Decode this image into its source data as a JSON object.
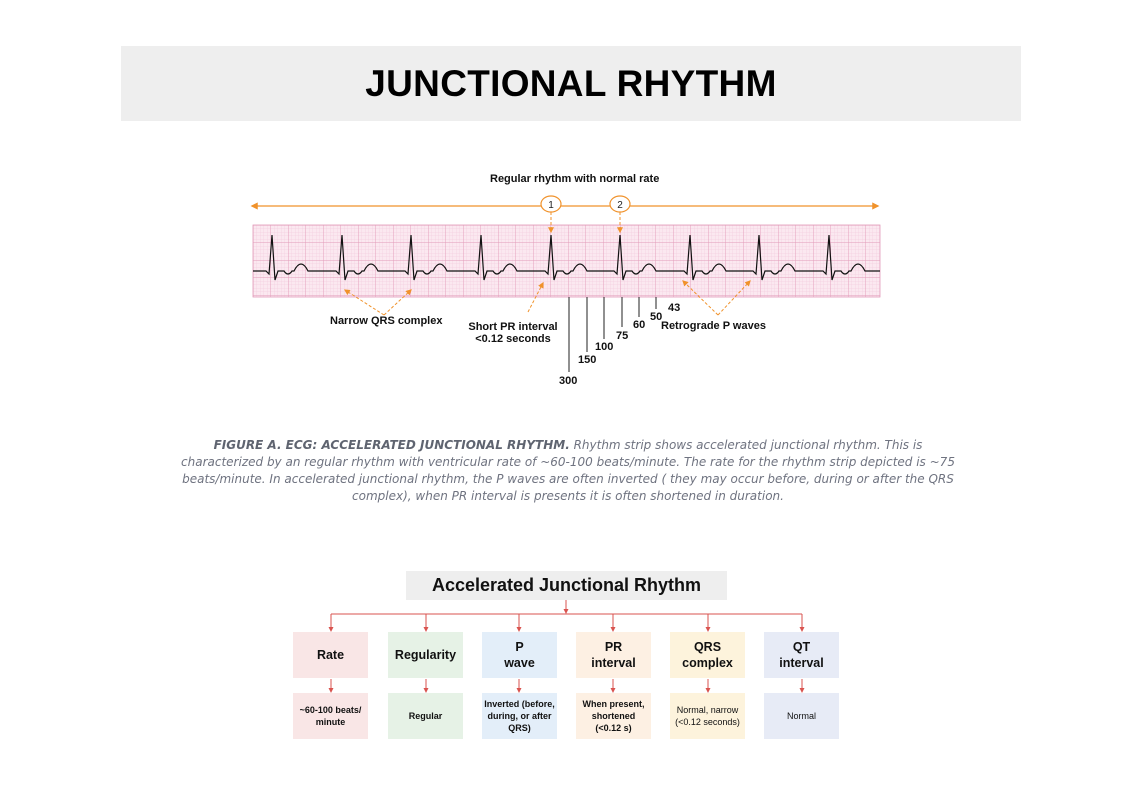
{
  "title": "JUNCTIONAL RHYTHM",
  "figure": {
    "top_label": "Regular rhythm with normal rate",
    "beat_markers": [
      "1",
      "2"
    ],
    "annotations": {
      "narrow_qrs": "Narrow QRS complex",
      "short_pr_line1": "Short PR interval",
      "short_pr_line2": "<0.12 seconds",
      "retrograde": "Retrograde P waves"
    },
    "rate_scale": [
      "300",
      "150",
      "100",
      "75",
      "60",
      "50",
      "43"
    ],
    "colors": {
      "grid_line": "#e9a3c3",
      "grid_bg": "#fbe8f0",
      "annotation": "#f0922b",
      "trace": "#111111"
    }
  },
  "caption": {
    "bold": "FIGURE A. ECG: ACCELERATED JUNCTIONAL RHYTHM.",
    "text": " Rhythm strip shows accelerated junctional rhythm. This is characterized by an regular rhythm with ventricular rate of ~60-100 beats/minute. The rate for the rhythm strip depicted is ~75 beats/minute. In accelerated junctional rhythm, the P waves are often inverted ( they may occur before, during or after the QRS complex), when PR interval is presents it is often shortened in duration."
  },
  "flowchart": {
    "title": "Accelerated Junctional Rhythm",
    "connector_color": "#d9534f",
    "columns": [
      {
        "heading": "Rate",
        "value": "~60-100 beats/ minute",
        "color": "#f9e6e6"
      },
      {
        "heading": "Regularity",
        "value": "Regular",
        "color": "#e6f2e6"
      },
      {
        "heading": "P wave",
        "value": "Inverted (before, during, or after QRS)",
        "color": "#e3eef9"
      },
      {
        "heading": "PR interval",
        "value": "When present, shortened (<0.12 s)",
        "color": "#fdf0e3"
      },
      {
        "heading": "QRS complex",
        "value": "Normal, narrow (<0.12 seconds)",
        "color": "#fdf3dc"
      },
      {
        "heading": "QT interval",
        "value": "Normal",
        "color": "#e7ebf6"
      }
    ]
  }
}
